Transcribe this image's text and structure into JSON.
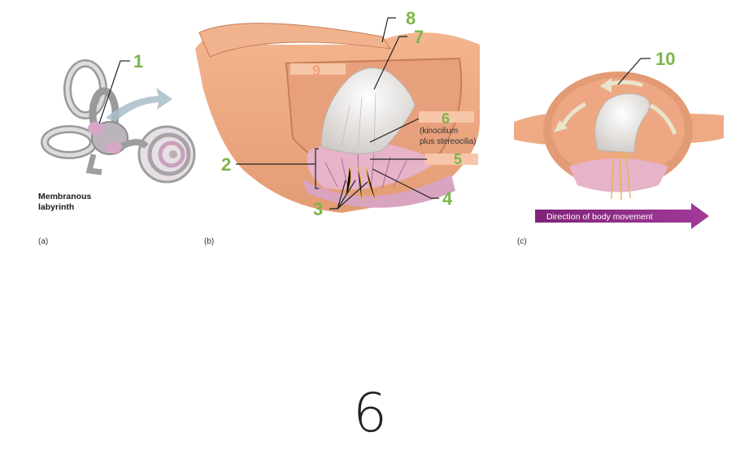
{
  "figure": {
    "panel_a": {
      "panel_label": "(a)",
      "caption_line1": "Membranous",
      "caption_line2": "labyrinth",
      "number_label": "1"
    },
    "panel_b": {
      "panel_label": "(b)",
      "number_labels": [
        "2",
        "3",
        "4",
        "5",
        "6",
        "7",
        "8",
        "9"
      ],
      "note_line1": "(kinocilium",
      "note_line2": "plus stereocilia)"
    },
    "panel_c": {
      "panel_label": "(c)",
      "number_label": "10",
      "banner": "Direction of body movement"
    },
    "colors": {
      "label_green": "#7ab648",
      "label_box": "#f7c6a8",
      "banner": "#8b2a84",
      "tissue": "#e9a27d"
    }
  },
  "card_number": "6"
}
